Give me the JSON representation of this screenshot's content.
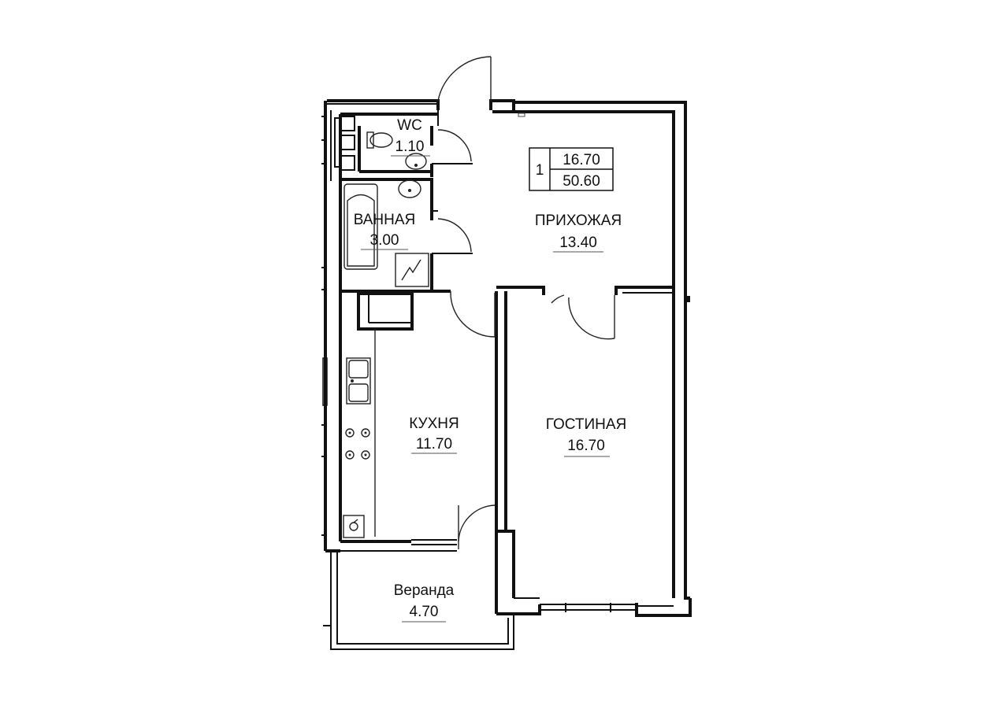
{
  "summary": {
    "rooms_count": "1",
    "living_area": "16.70",
    "total_area": "50.60"
  },
  "rooms": {
    "wc": {
      "name": "WC",
      "area": "1.10"
    },
    "bathroom": {
      "name": "ВАННАЯ",
      "area": "3.00"
    },
    "hallway": {
      "name": "ПРИХОЖАЯ",
      "area": "13.40"
    },
    "kitchen": {
      "name": "КУХНЯ",
      "area": "11.70"
    },
    "living_room": {
      "name": "ГОСТИНАЯ",
      "area": "16.70"
    },
    "veranda": {
      "name": "Веранда",
      "area": "4.70"
    }
  },
  "colors": {
    "line": "#111111",
    "background": "#ffffff"
  }
}
